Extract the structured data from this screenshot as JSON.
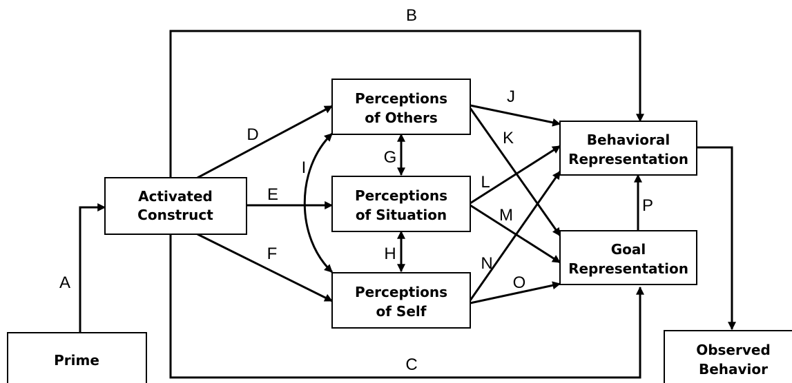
{
  "boxes": {
    "prime": [
      "Prime"
    ],
    "activated": [
      "Activated",
      "Construct"
    ],
    "others": [
      "Perceptions",
      "of Others"
    ],
    "situation": [
      "Perceptions",
      "of Situation"
    ],
    "self": [
      "Perceptions",
      "of Self"
    ],
    "behavioral": [
      "Behavioral",
      "Representation"
    ],
    "goal": [
      "Goal",
      "Representation"
    ],
    "observed": [
      "Observed",
      "Behavior"
    ]
  },
  "paths": {
    "a": "A",
    "b": "B",
    "c": "C",
    "d": "D",
    "e": "E",
    "f": "F",
    "g": "G",
    "h": "H",
    "i": "I",
    "j": "J",
    "k": "K",
    "l": "L",
    "m": "M",
    "n": "N",
    "o": "O",
    "p": "P"
  }
}
